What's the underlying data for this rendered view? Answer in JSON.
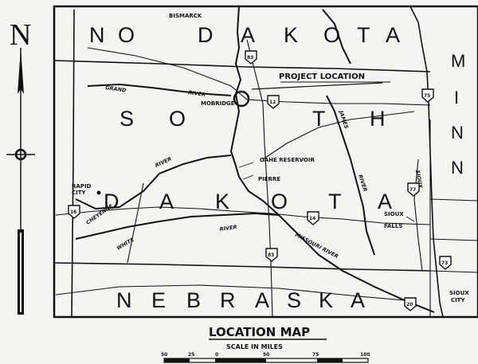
{
  "north": {
    "letter": "N"
  },
  "states": {
    "north_dakota": [
      "N",
      "O",
      "D",
      "A",
      "K",
      "O",
      "T",
      "A"
    ],
    "south_dakota_top": [
      "S",
      "O",
      "T",
      "H"
    ],
    "south_dakota_bottom": [
      "D",
      "A",
      "K",
      "O",
      "T",
      "A"
    ],
    "nebraska": [
      "N",
      "E",
      "B",
      "R",
      "A",
      "S",
      "K",
      "A"
    ],
    "minnesota": [
      "M",
      "I",
      "N",
      "N"
    ]
  },
  "cities": {
    "bismarck": "BISMARCK",
    "mobridge": "MOBRIDGE",
    "rapid_city_1": "RAPID",
    "rapid_city_2": "CITY",
    "pierre": "PIERRE",
    "sioux_falls_1": "SIOUX",
    "sioux_falls_2": "FALLS",
    "sioux_city_1": "SIOUX",
    "sioux_city_2": "CITY"
  },
  "features": {
    "project_location": "PROJECT LOCATION",
    "oahe_reservoir": "OAHE RESERVOIR"
  },
  "rivers": {
    "grand": "GRAND",
    "grand_river": "RIVER",
    "cheyenne": "CHEYENNE",
    "cheyenne_river": "RIVER",
    "white": "WHITE",
    "white_river": "RIVER",
    "missouri": "MISSOURI RIVER",
    "james": "JAMES",
    "james_river": "RIVER",
    "sioux": "SIOUX"
  },
  "highways": {
    "h83_north": "83",
    "h12": "12",
    "h14": "14",
    "h16": "16",
    "h83_south": "83",
    "h77": "77",
    "h75": "75",
    "h73": "73",
    "h20": "20"
  },
  "title": "LOCATION MAP",
  "scale": {
    "label": "SCALE IN MILES",
    "ticks": [
      "50",
      "25",
      "0",
      "50",
      "75",
      "100"
    ]
  }
}
